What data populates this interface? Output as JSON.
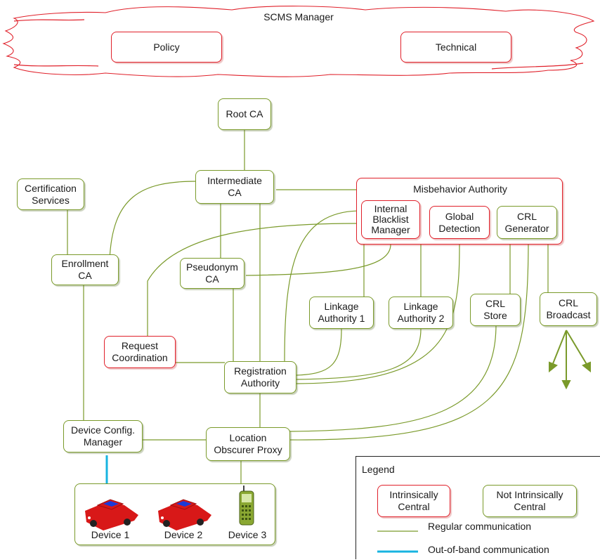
{
  "cloud": {
    "title": "SCMS Manager",
    "policy": "Policy",
    "technical": "Technical"
  },
  "nodes": {
    "root_ca": "Root CA",
    "intermediate_ca": "Intermediate\nCA",
    "certification_services": "Certification\nServices",
    "enrollment_ca": "Enrollment\nCA",
    "pseudonym_ca": "Pseudonym\nCA",
    "misbehavior_authority": "Misbehavior Authority",
    "internal_blacklist_manager": "Internal\nBlacklist\nManager",
    "global_detection": "Global\nDetection",
    "crl_generator": "CRL\nGenerator",
    "linkage_authority_1": "Linkage\nAuthority 1",
    "linkage_authority_2": "Linkage\nAuthority 2",
    "crl_store": "CRL\nStore",
    "crl_broadcast": "CRL\nBroadcast",
    "request_coordination": "Request\nCoordination",
    "registration_authority": "Registration\nAuthority",
    "device_config_manager": "Device Config.\nManager",
    "location_obscurer_proxy": "Location\nObscurer Proxy"
  },
  "devices": [
    "Device 1",
    "Device 2",
    "Device 3"
  ],
  "legend": {
    "title": "Legend",
    "intrinsically_central": "Intrinsically\nCentral",
    "not_intrinsically_central": "Not Intrinsically\nCentral",
    "regular": "Regular communication",
    "out_of_band": "Out-of-band communication"
  },
  "colors": {
    "regular_line": "#7a9a2a",
    "out_of_band_line": "#18b4e0",
    "intrinsic_border": "#e0202a",
    "not_intrinsic_border": "#7a9a2a",
    "car": "#d81818",
    "phone": "#8aa832"
  }
}
